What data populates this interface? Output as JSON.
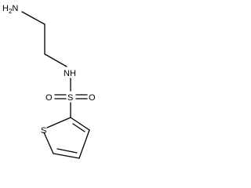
{
  "molecule": {
    "atoms": {
      "amine": {
        "main": "H",
        "sub": "2",
        "tail": "N"
      },
      "sulfonamide_nitrogen": "NH",
      "sulfur_sulfonyl": "S",
      "oxygen_left": "O",
      "oxygen_right": "O",
      "sulfur_ring": "S"
    }
  }
}
